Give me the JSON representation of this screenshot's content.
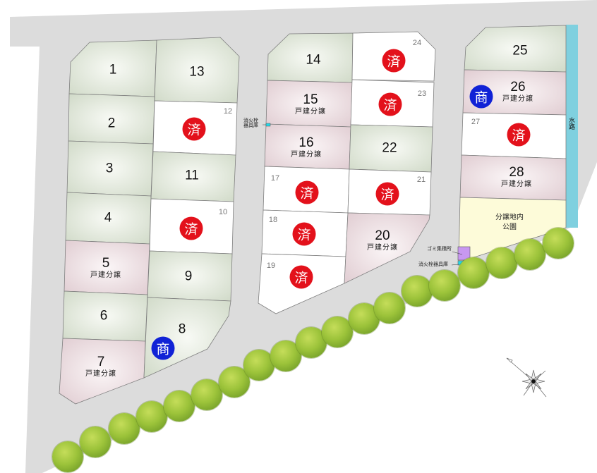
{
  "map": {
    "legend_labels": {
      "detached_sale": "戸建分譲",
      "sold_badge": "済",
      "commercial_badge": "商"
    },
    "colors": {
      "road": "#dcdcdc",
      "lot_available": "#dfe5d8",
      "lot_detached": "#ecdde0",
      "lot_sold": "#ffffff",
      "park": "#fdfbd9",
      "waterway": "#7fd0df",
      "sold_badge": "#e3111b",
      "commercial_badge": "#1022d6",
      "garbage_station": "#c898f0",
      "hydrant_box": "#22d8e8"
    },
    "lots": [
      {
        "no": "1",
        "status": "available",
        "label": "1"
      },
      {
        "no": "2",
        "status": "available",
        "label": "2"
      },
      {
        "no": "3",
        "status": "available",
        "label": "3"
      },
      {
        "no": "4",
        "status": "available",
        "label": "4"
      },
      {
        "no": "5",
        "status": "detached",
        "label": "5",
        "sub": "戸建分譲"
      },
      {
        "no": "6",
        "status": "available",
        "label": "6"
      },
      {
        "no": "7",
        "status": "detached",
        "label": "7",
        "sub": "戸建分譲"
      },
      {
        "no": "8",
        "status": "available",
        "label": "8",
        "badge": "商"
      },
      {
        "no": "9",
        "status": "available",
        "label": "9"
      },
      {
        "no": "10",
        "status": "sold",
        "label": "10",
        "badge": "済"
      },
      {
        "no": "11",
        "status": "available",
        "label": "11"
      },
      {
        "no": "12",
        "status": "sold",
        "label": "12",
        "badge": "済"
      },
      {
        "no": "13",
        "status": "available",
        "label": "13"
      },
      {
        "no": "14",
        "status": "available",
        "label": "14"
      },
      {
        "no": "15",
        "status": "detached",
        "label": "15",
        "sub": "戸建分譲"
      },
      {
        "no": "16",
        "status": "detached",
        "label": "16",
        "sub": "戸建分譲"
      },
      {
        "no": "17",
        "status": "sold",
        "label": "17",
        "badge": "済"
      },
      {
        "no": "18",
        "status": "sold",
        "label": "18",
        "badge": "済"
      },
      {
        "no": "19",
        "status": "sold",
        "label": "19",
        "badge": "済"
      },
      {
        "no": "20",
        "status": "detached",
        "label": "20",
        "sub": "戸建分譲"
      },
      {
        "no": "21",
        "status": "sold",
        "label": "21",
        "badge": "済"
      },
      {
        "no": "22",
        "status": "available",
        "label": "22"
      },
      {
        "no": "23",
        "status": "sold",
        "label": "23",
        "badge": "済"
      },
      {
        "no": "24",
        "status": "sold",
        "label": "24",
        "badge": "済"
      },
      {
        "no": "25",
        "status": "available",
        "label": "25"
      },
      {
        "no": "26",
        "status": "detached",
        "label": "26",
        "sub": "戸建分譲",
        "badge": "商"
      },
      {
        "no": "27",
        "status": "sold",
        "label": "27",
        "badge": "済"
      },
      {
        "no": "28",
        "status": "detached",
        "label": "28",
        "sub": "戸建分譲"
      }
    ],
    "park": {
      "line1": "分譲地内",
      "line2": "公園"
    },
    "waterway": "水路",
    "facilities": {
      "hydrant_box_north": {
        "line1": "消火栓",
        "line2": "器具庫"
      },
      "garbage_station": "ゴミ集積所",
      "hydrant_box_south": "消火栓器具庫"
    },
    "compass": "compass-rose"
  }
}
